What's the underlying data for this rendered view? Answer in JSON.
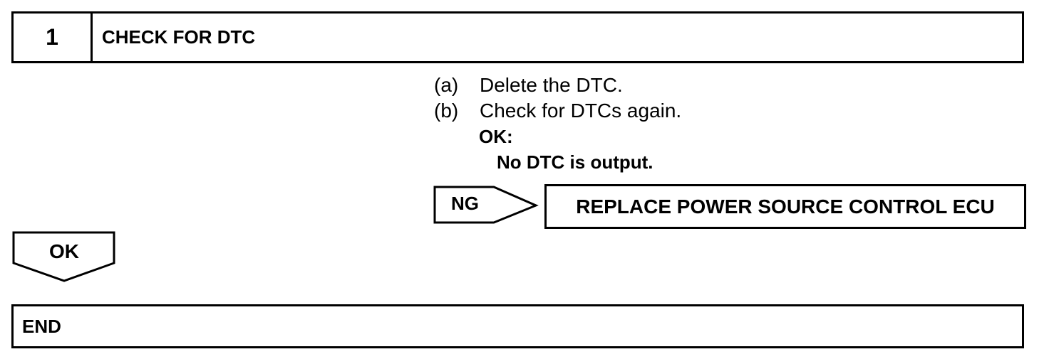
{
  "step": {
    "number": "1",
    "title": "CHECK FOR DTC"
  },
  "instructions": [
    {
      "label": "(a)",
      "text": "Delete the DTC."
    },
    {
      "label": "(b)",
      "text": "Check for DTCs again."
    }
  ],
  "ok_result": {
    "label": "OK:",
    "detail": "No DTC is output."
  },
  "ng_branch": {
    "label": "NG",
    "action": "REPLACE POWER SOURCE CONTROL ECU"
  },
  "ok_arrow": {
    "label": "OK"
  },
  "end": {
    "label": "END"
  }
}
